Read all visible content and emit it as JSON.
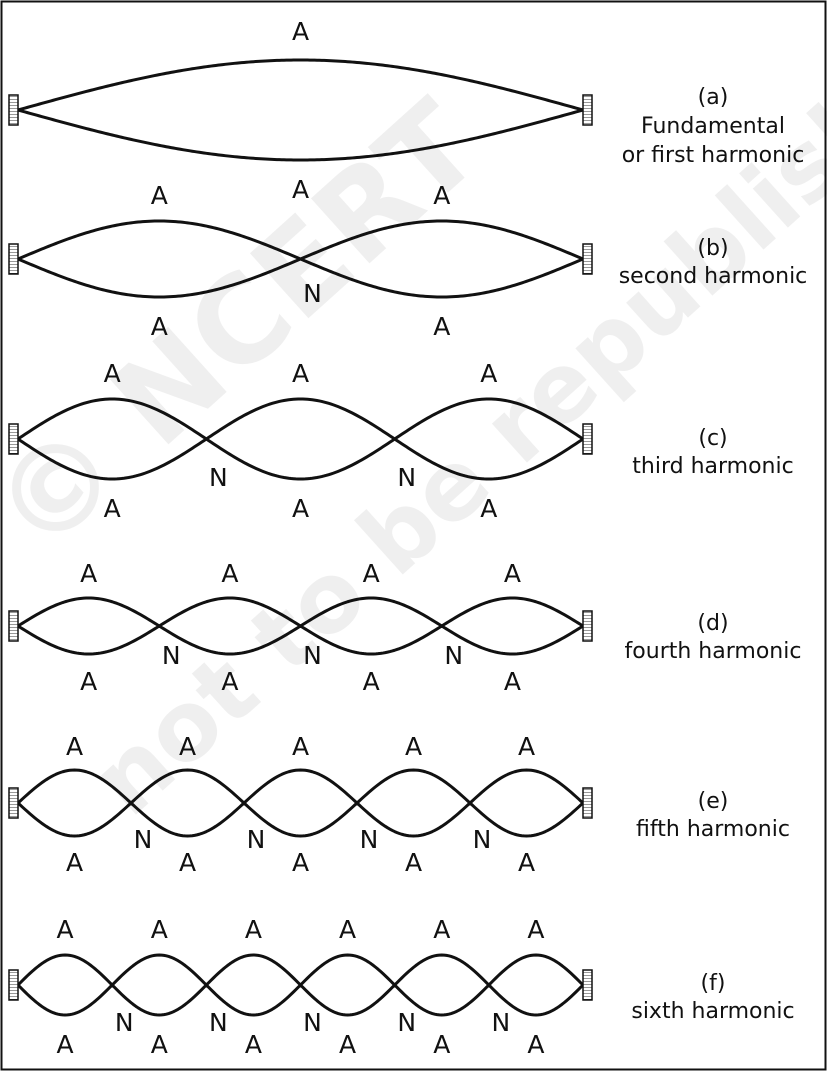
{
  "watermark": {
    "line1": "© NCERT",
    "line2": "not to be republished"
  },
  "modes": [
    {
      "id": "a",
      "letter": "(a)",
      "caption_lines": [
        "Fundamental",
        "or first harmonic"
      ],
      "loops": 1
    },
    {
      "id": "b",
      "letter": "(b)",
      "caption_lines": [
        "second harmonic"
      ],
      "loops": 2
    },
    {
      "id": "c",
      "letter": "(c)",
      "caption_lines": [
        "third harmonic"
      ],
      "loops": 3
    },
    {
      "id": "d",
      "letter": "(d)",
      "caption_lines": [
        "fourth harmonic"
      ],
      "loops": 4
    },
    {
      "id": "e",
      "letter": "(e)",
      "caption_lines": [
        "fifth harmonic"
      ],
      "loops": 5
    },
    {
      "id": "f",
      "letter": "(f)",
      "caption_lines": [
        "sixth  harmonic"
      ],
      "loops": 6
    }
  ],
  "labels": {
    "antinode": "A",
    "node": "N"
  }
}
